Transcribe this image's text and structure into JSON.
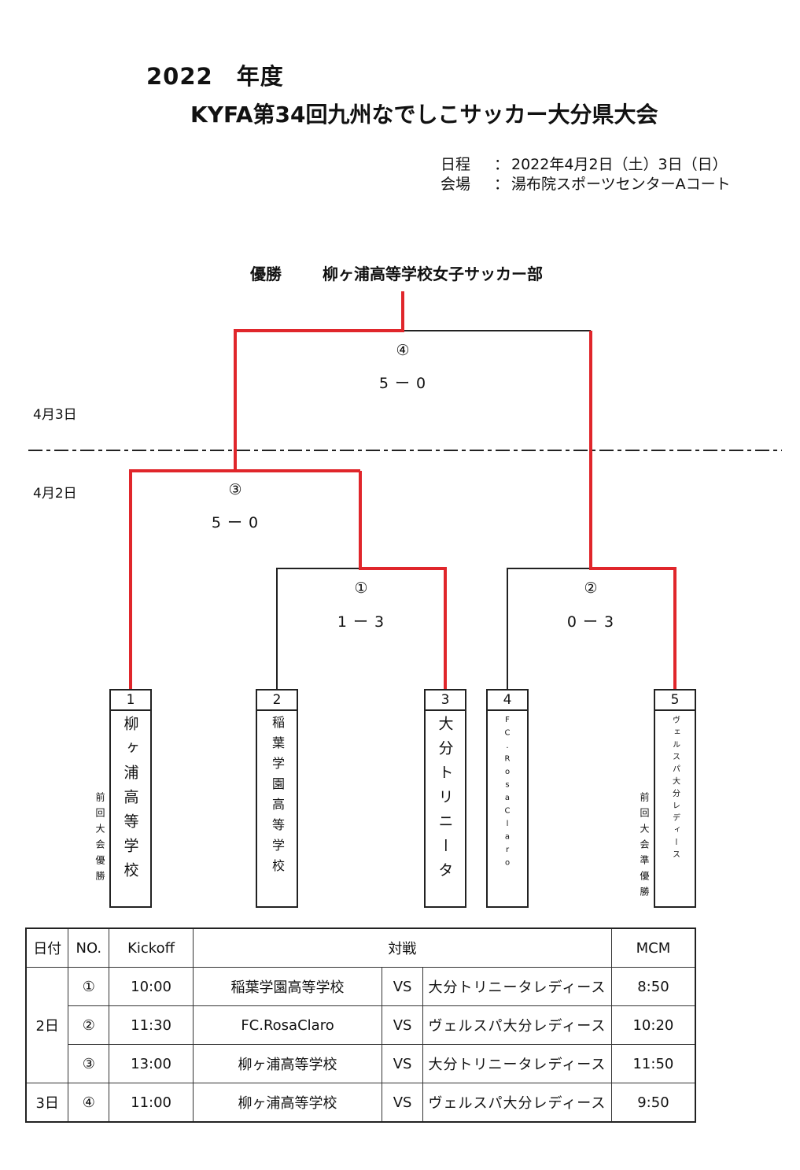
{
  "header": {
    "year": "2022　年度",
    "title": "KYFA第34回九州なでしこサッカー大分県大会",
    "schedule_label": "日程",
    "schedule_value": "2022年4月2日（土）3日（日）",
    "venue_label": "会場",
    "venue_value": "湯布院スポーツセンターAコート",
    "separator": "："
  },
  "champion": {
    "label": "優勝",
    "team": "柳ヶ浦高等学校女子サッカー部"
  },
  "days": {
    "day2": "4月3日",
    "day1": "4月2日"
  },
  "matches": {
    "m1": {
      "no": "①",
      "score": "1 ー 3"
    },
    "m2": {
      "no": "②",
      "score": "0 ー 3"
    },
    "m3": {
      "no": "③",
      "score": "5 ー 0"
    },
    "m4": {
      "no": "④",
      "score": "5 ー 0"
    }
  },
  "teams": [
    {
      "num": "1",
      "name": "柳ヶ浦高等学校",
      "note": "前回大会優勝"
    },
    {
      "num": "2",
      "name": "稲葉学園高等学校"
    },
    {
      "num": "3",
      "name": "大分トリニータ"
    },
    {
      "num": "4",
      "name": "FC.RosaClaro"
    },
    {
      "num": "5",
      "name": "ヴェルスパ大分レディース",
      "note": "前回大会準優勝"
    }
  ],
  "bracket_colors": {
    "winner": "#e0262b",
    "normal": "#222222"
  },
  "schedule": {
    "headers": {
      "date": "日付",
      "no": "NO.",
      "kickoff": "Kickoff",
      "match": "対戦",
      "mcm": "MCM"
    },
    "vs": "VS",
    "date_day2": "2日",
    "date_day3": "3日",
    "rows": [
      {
        "no": "①",
        "kickoff": "10:00",
        "home": "稲葉学園高等学校",
        "away": "大分トリニータレディース",
        "mcm": "8:50"
      },
      {
        "no": "②",
        "kickoff": "11:30",
        "home": "FC.RosaClaro",
        "away": "ヴェルスパ大分レディース",
        "mcm": "10:20"
      },
      {
        "no": "③",
        "kickoff": "13:00",
        "home": "柳ヶ浦高等学校",
        "away": "大分トリニータレディース",
        "mcm": "11:50"
      },
      {
        "no": "④",
        "kickoff": "11:00",
        "home": "柳ヶ浦高等学校",
        "away": "ヴェルスパ大分レディース",
        "mcm": "9:50"
      }
    ]
  }
}
